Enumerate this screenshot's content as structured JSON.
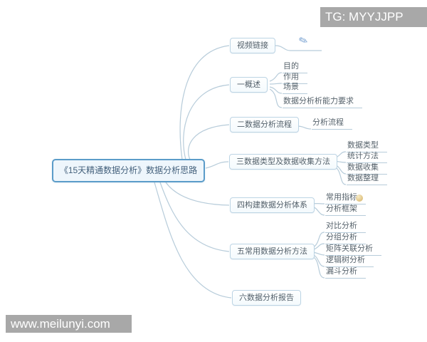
{
  "overlays": {
    "top_right_badge": "TG: MYYJJPP",
    "bottom_left_watermark": "www.meilunyi.com"
  },
  "icons": {
    "link_glyph": "✎",
    "link_icon_name": "attachment-link-icon",
    "note_icon_name": "note-marker-icon"
  },
  "colors": {
    "root_border": "#5b9cc9",
    "root_fill": "#eef6fc",
    "branch_border": "#bcd4e4",
    "connector": "#b7ccda",
    "watermark_bg": "#a8a8a8",
    "text": "#53606a"
  },
  "mindmap": {
    "root": {
      "label": "《15天精通数据分析》数据分析思路"
    },
    "branches": [
      {
        "label": "视频链接",
        "marker": "link-icon",
        "children": []
      },
      {
        "label": "一概述",
        "children": [
          "目的",
          "作用",
          "场景",
          "数据分析析能力要求"
        ]
      },
      {
        "label": "二数据分析流程",
        "children": [
          "分析流程"
        ]
      },
      {
        "label": "三数据类型及数据收集方法",
        "children": [
          "数据类型",
          "统计方法",
          "数据收集",
          "数据整理"
        ]
      },
      {
        "label": "四构建数据分析体系",
        "children": [
          "常用指标",
          "分析框架"
        ],
        "child_marker": "note-icon"
      },
      {
        "label": "五常用数据分析方法",
        "children": [
          "对比分析",
          "分组分析",
          "矩阵关联分析",
          "逻辑树分析",
          "漏斗分析"
        ]
      },
      {
        "label": "六数据分析报告",
        "children": []
      }
    ]
  }
}
